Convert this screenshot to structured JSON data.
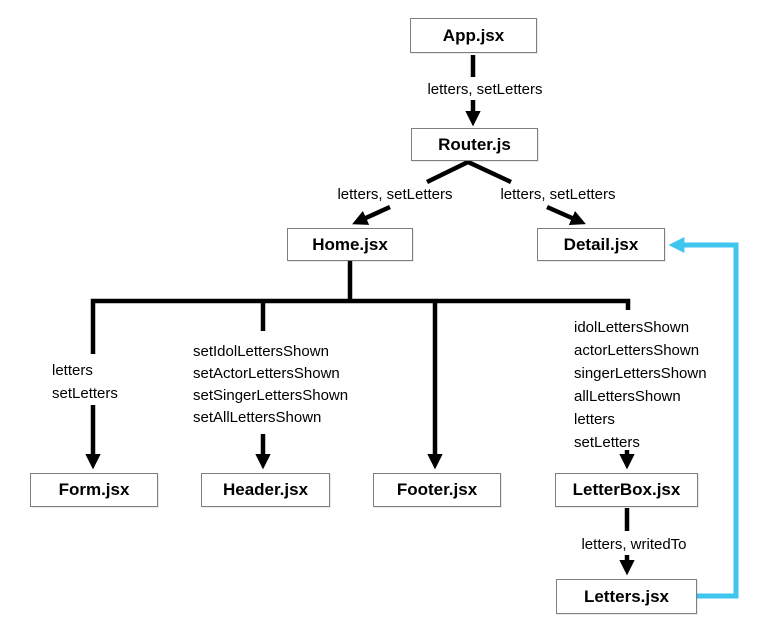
{
  "nodes": {
    "app": "App.jsx",
    "router": "Router.js",
    "home": "Home.jsx",
    "detail": "Detail.jsx",
    "form": "Form.jsx",
    "header": "Header.jsx",
    "footer": "Footer.jsx",
    "letterbox": "LetterBox.jsx",
    "letters": "Letters.jsx"
  },
  "edge_labels": {
    "app_router": "letters, setLetters",
    "router_home": "letters, setLetters",
    "router_detail": "letters, setLetters",
    "home_form": [
      "letters",
      "setLetters"
    ],
    "home_header": [
      "setIdolLettersShown",
      "setActorLettersShown",
      "setSingerLettersShown",
      "setAllLettersShown"
    ],
    "home_letterbox": [
      "idolLettersShown",
      "actorLettersShown",
      "singerLettersShown",
      "allLettersShown",
      "letters",
      "setLetters"
    ],
    "letterbox_letters": "letters, writedTo"
  },
  "colors": {
    "connector": "#000000",
    "feedback_connector": "#3fc6ef",
    "node_border": "#7f7f7f",
    "node_background": "#ffffff",
    "text": "#000000",
    "canvas_background": "#ffffff"
  }
}
